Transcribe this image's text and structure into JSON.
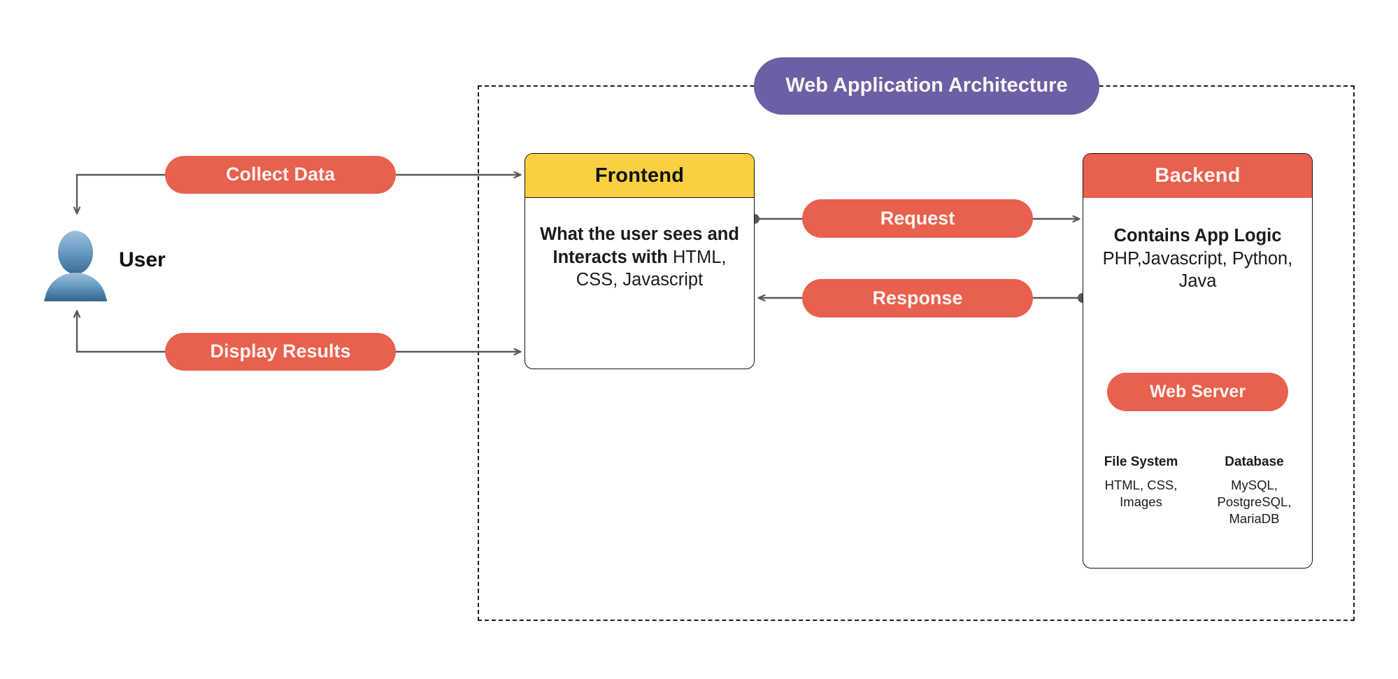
{
  "diagram": {
    "title": "Web Application Architecture",
    "colors": {
      "accent_red": "#e8604e",
      "accent_yellow": "#fad043",
      "accent_purple": "#6b5fa5",
      "connector": "#595959",
      "border": "#14110f"
    }
  },
  "actor": {
    "label": "User",
    "icon": "user-avatar-icon"
  },
  "flows": {
    "collect_data": "Collect Data",
    "display_results": "Display Results",
    "request": "Request",
    "response": "Response"
  },
  "frontend": {
    "header": "Frontend",
    "body_bold": "What the user sees and Interacts with",
    "body_rest": "HTML, CSS, Javascript"
  },
  "backend": {
    "header": "Backend",
    "tagline_bold": "Contains App Logic",
    "tagline_rest": "PHP,Javascript, Python, Java",
    "web_server": "Web Server",
    "columns": [
      {
        "title": "File System",
        "text": "HTML, CSS, Images"
      },
      {
        "title": "Database",
        "text": "MySQL, PostgreSQL, MariaDB"
      }
    ]
  }
}
